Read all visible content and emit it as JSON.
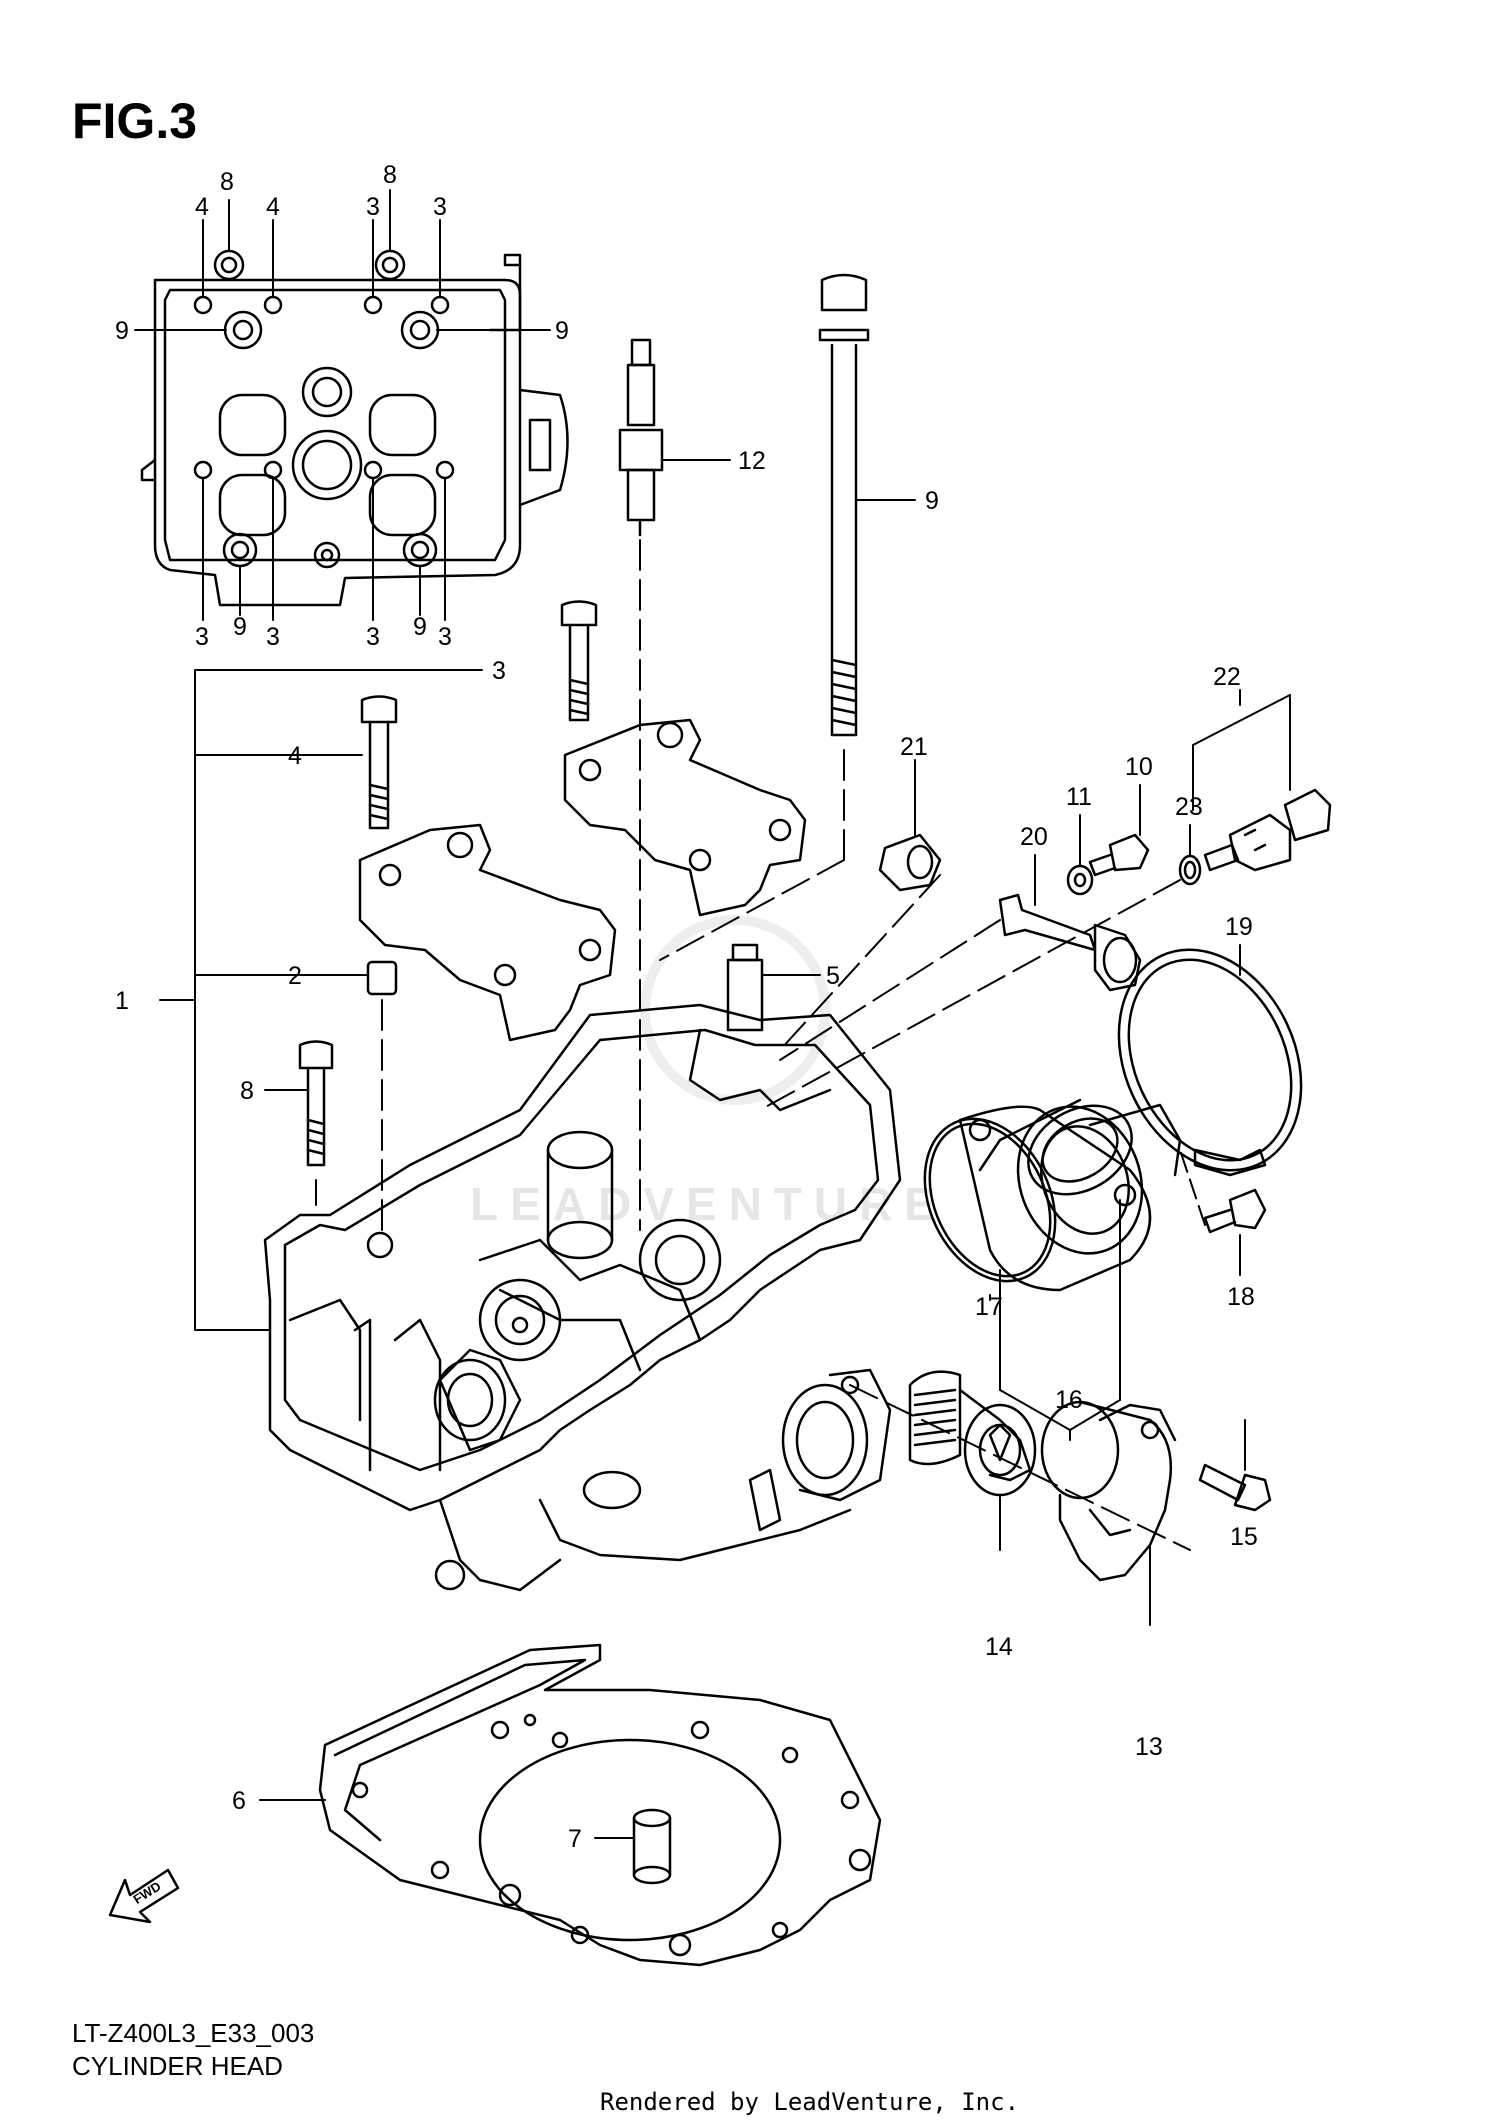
{
  "figure": {
    "title": "FIG.3",
    "model_code": "LT-Z400L3_E33_003",
    "caption": "CYLINDER HEAD",
    "rendered_by": "Rendered by LeadVenture, Inc.",
    "watermark": "LEADVENTURE",
    "direction_label": "FWD"
  },
  "callouts": {
    "c1": "1",
    "c2": "2",
    "c3": "3",
    "c4": "4",
    "c5": "5",
    "c6": "6",
    "c7": "7",
    "c8": "8",
    "c9": "9",
    "c10": "10",
    "c11": "11",
    "c12": "12",
    "c13": "13",
    "c14": "14",
    "c15": "15",
    "c16": "16",
    "c17": "17",
    "c18": "18",
    "c19": "19",
    "c20": "20",
    "c21": "21",
    "c22": "22",
    "c23": "23"
  },
  "colors": {
    "line": "#000000",
    "background": "#ffffff",
    "watermark": "#e6e6e6"
  }
}
